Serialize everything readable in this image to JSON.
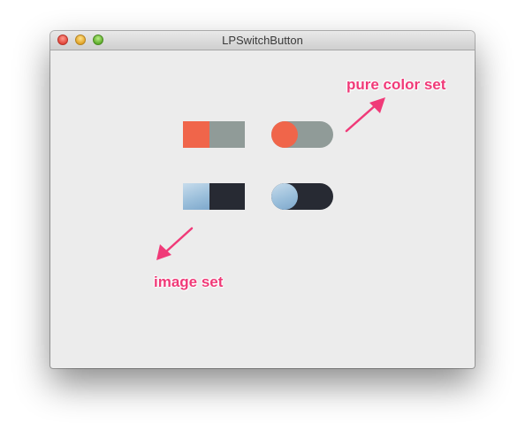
{
  "window": {
    "title": "LPSwitchButton"
  },
  "colors": {
    "accent": "#f0654a",
    "off_track": "#909b98",
    "dark_track": "#272a33",
    "annotation": "#f03a78"
  },
  "annotations": {
    "pure_color": "pure color set",
    "image": "image set"
  }
}
